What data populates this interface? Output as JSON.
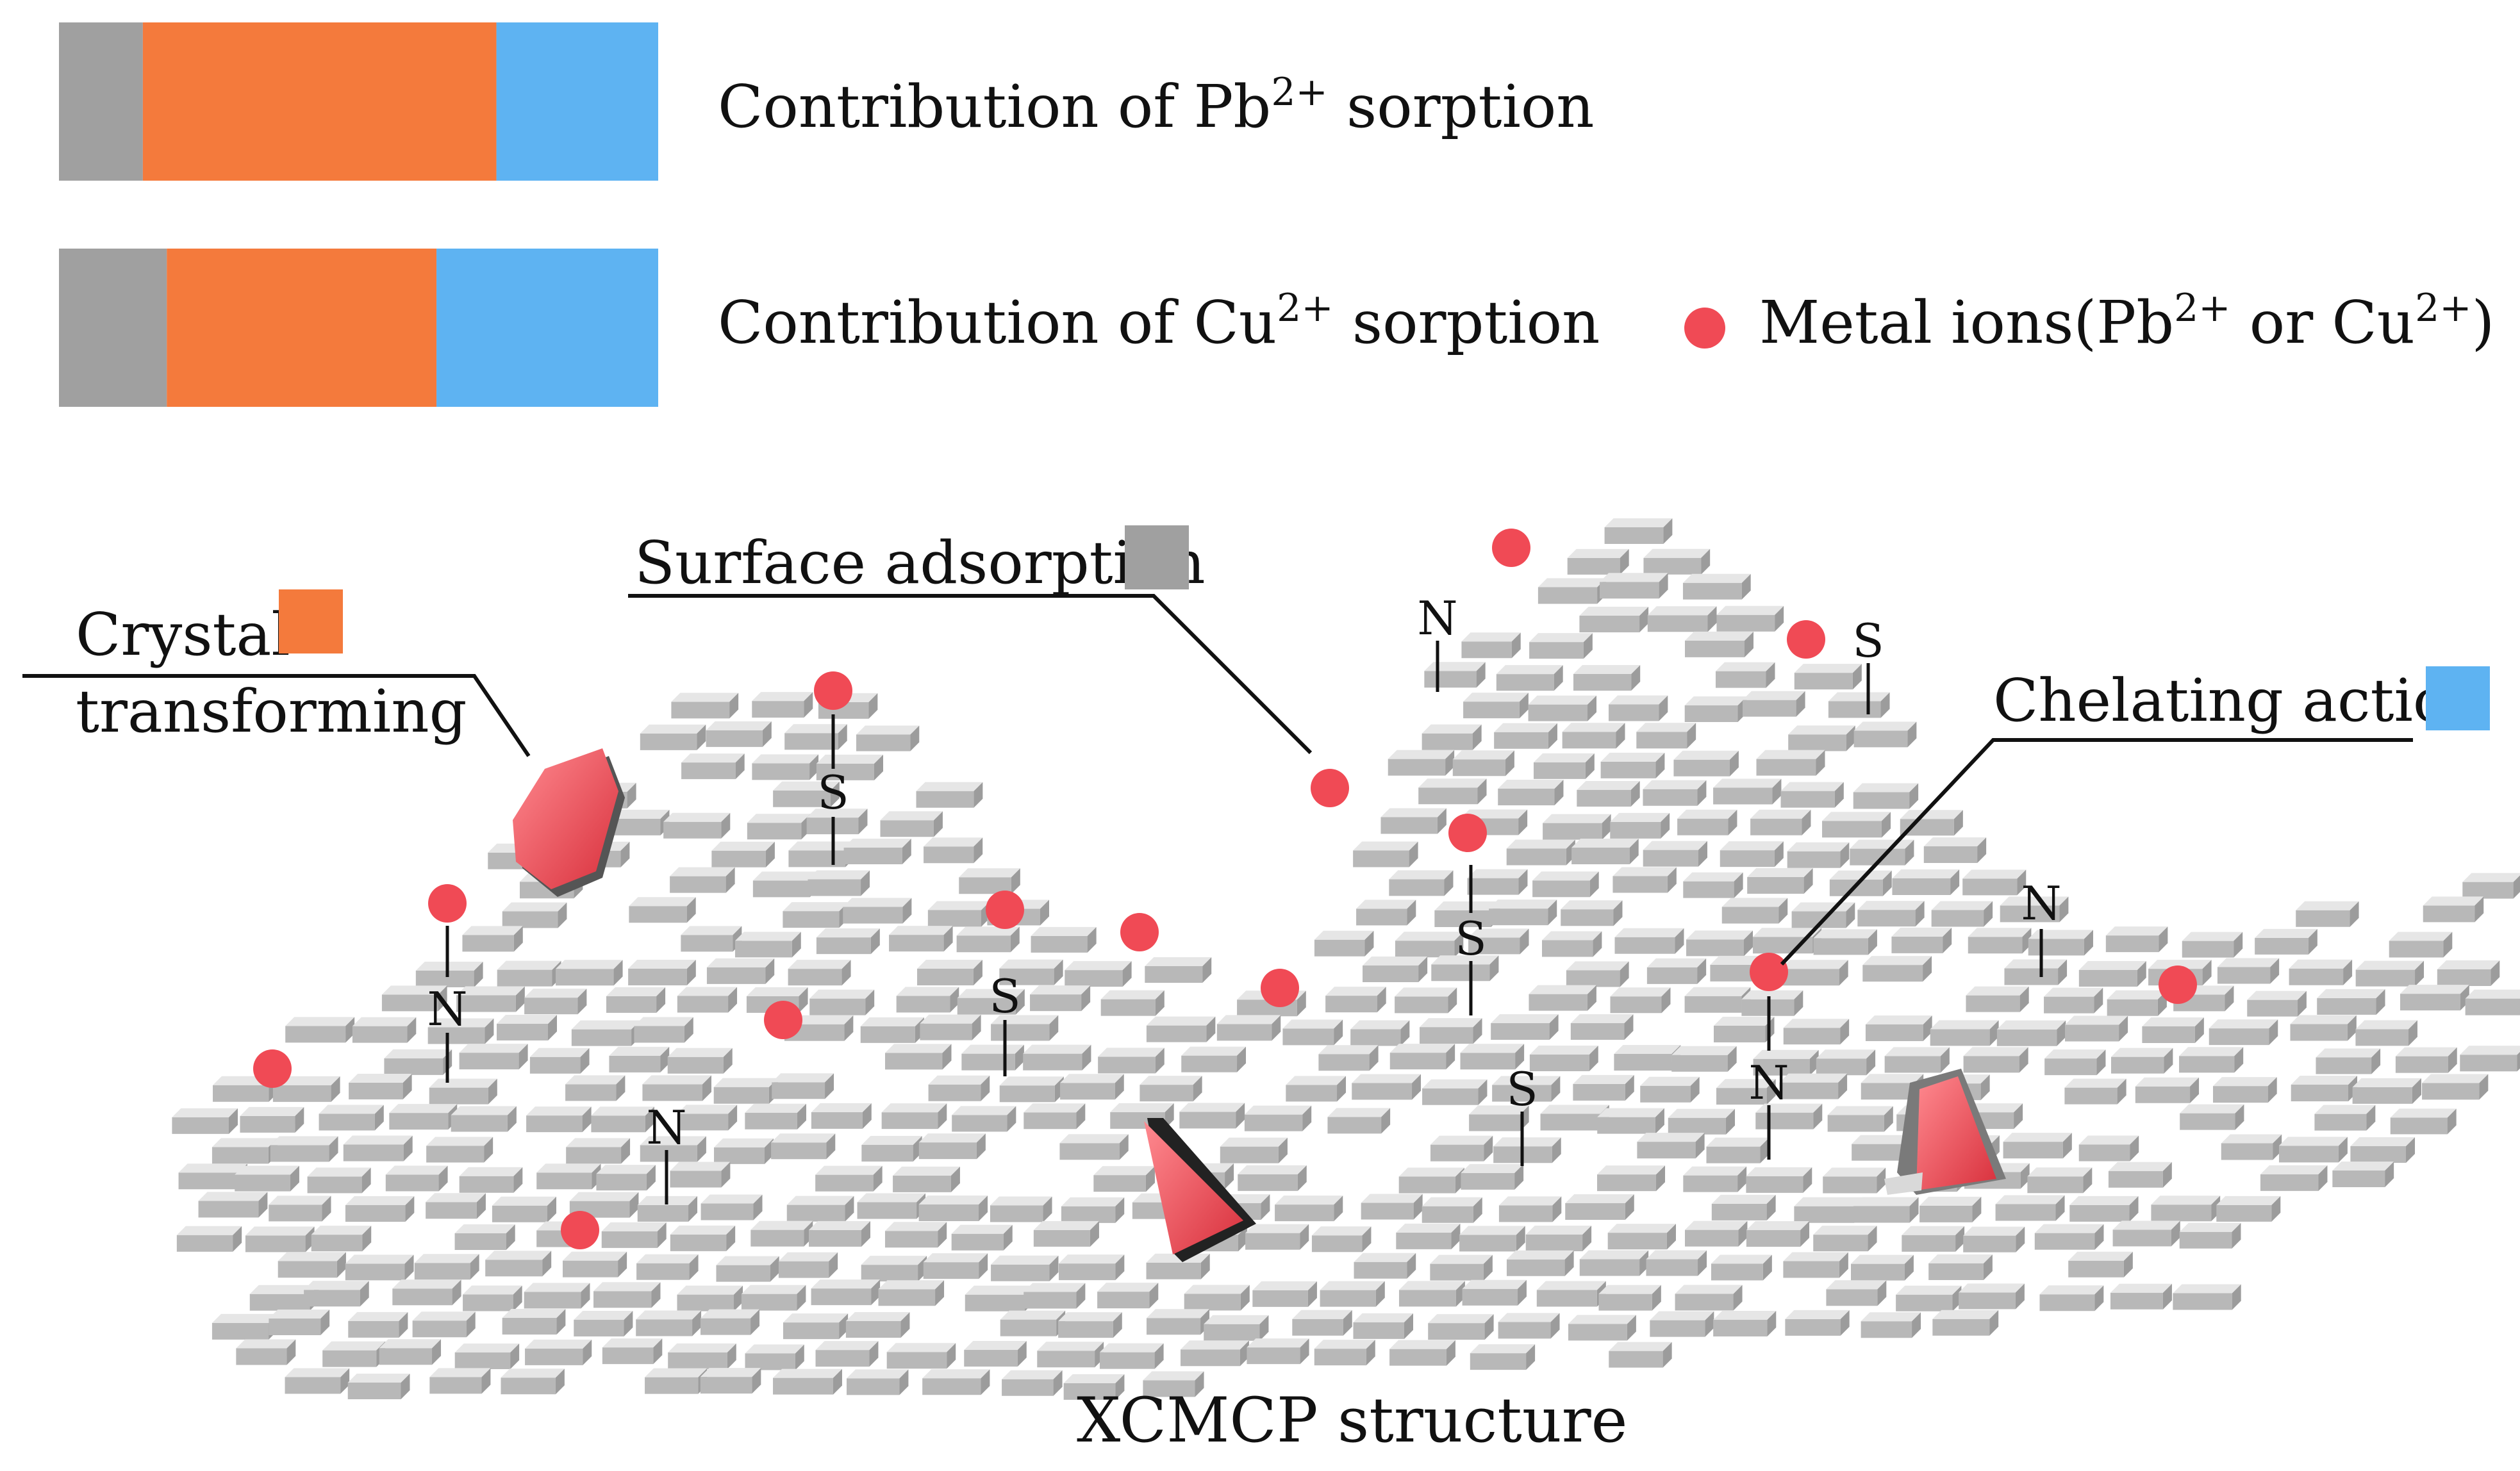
{
  "colors": {
    "surface_adsorption": "#a0a0a0",
    "crystal_transforming": "#f47a3c",
    "chelating_action": "#5eb3f2",
    "metal_ion": "#f04a55",
    "block_top": "#e6e6e6",
    "block_side": "#b8b8b8"
  },
  "legend": {
    "pb_bar": {
      "label_prefix": "Contribution of Pb",
      "label_sup": "2+",
      "label_suffix": " sorption",
      "segments": [
        {
          "mechanism": "surface_adsorption",
          "fraction": 0.14
        },
        {
          "mechanism": "crystal_transforming",
          "fraction": 0.59
        },
        {
          "mechanism": "chelating_action",
          "fraction": 0.27
        }
      ]
    },
    "cu_bar": {
      "label_prefix": "Contribution of Cu",
      "label_sup": "2+",
      "label_suffix": " sorption",
      "segments": [
        {
          "mechanism": "surface_adsorption",
          "fraction": 0.18
        },
        {
          "mechanism": "crystal_transforming",
          "fraction": 0.45
        },
        {
          "mechanism": "chelating_action",
          "fraction": 0.37
        }
      ]
    },
    "metal_ions": {
      "text_a": "Metal ions(Pb",
      "sup_a": "2+",
      "text_b": " or Cu",
      "sup_b": "2+",
      "text_c": ")"
    }
  },
  "callouts": {
    "crystal_line1": "Crystal",
    "crystal_line2": "transforming",
    "surface": "Surface adsorption",
    "chelating": "Chelating action"
  },
  "atoms": {
    "n": "N",
    "s": "S"
  },
  "structure_label": "XCMCP structure"
}
